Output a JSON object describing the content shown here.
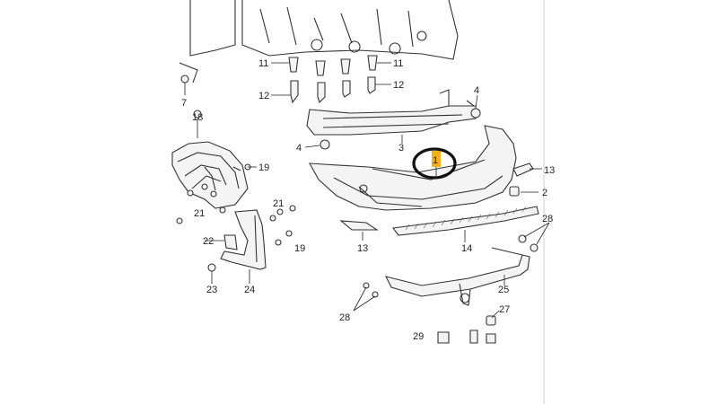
{
  "diagram": {
    "callouts": {
      "c1": "1",
      "c2": "2",
      "c3": "3",
      "c4a": "4",
      "c4b": "4",
      "c7": "7",
      "c11a": "11",
      "c11b": "11",
      "c12a": "12",
      "c12b": "12",
      "c13a": "13",
      "c13b": "13",
      "c14": "14",
      "c18": "18",
      "c19a": "19",
      "c19b": "19",
      "c21a": "21",
      "c21b": "21",
      "c22": "22",
      "c23": "23",
      "c24": "24",
      "c25": "25",
      "c27": "27",
      "c28a": "28",
      "c28b": "28",
      "c29": "29"
    },
    "highlight_color": "#f2b21c",
    "circle_color": "#111111"
  }
}
